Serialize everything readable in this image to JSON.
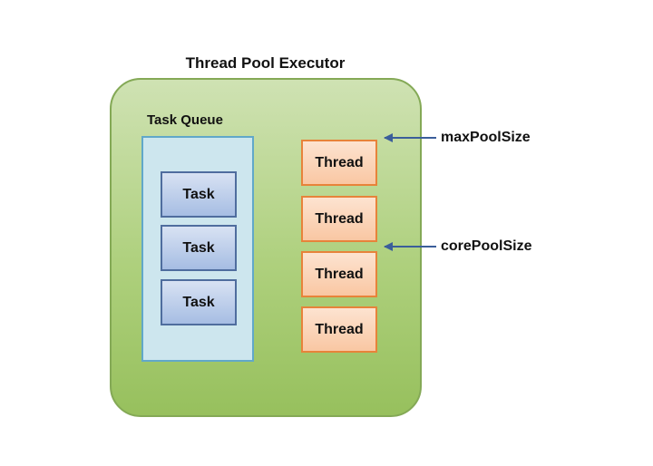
{
  "diagram": {
    "title": "Thread Pool Executor",
    "queue": {
      "label": "Task Queue",
      "tasks": [
        "Task",
        "Task",
        "Task"
      ]
    },
    "threads": [
      "Thread",
      "Thread",
      "Thread",
      "Thread"
    ],
    "annotations": {
      "max": "maxPoolSize",
      "core": "corePoolSize"
    }
  },
  "colors": {
    "executor_fill": "#aed07d",
    "executor_border": "#84a956",
    "queue_fill": "#cde6ee",
    "queue_border": "#61a8c9",
    "task_fill": "#a6bde3",
    "task_border": "#4f6d9e",
    "thread_fill": "#f9c7a3",
    "thread_border": "#e7833a",
    "arrow": "#3b5e9a"
  }
}
